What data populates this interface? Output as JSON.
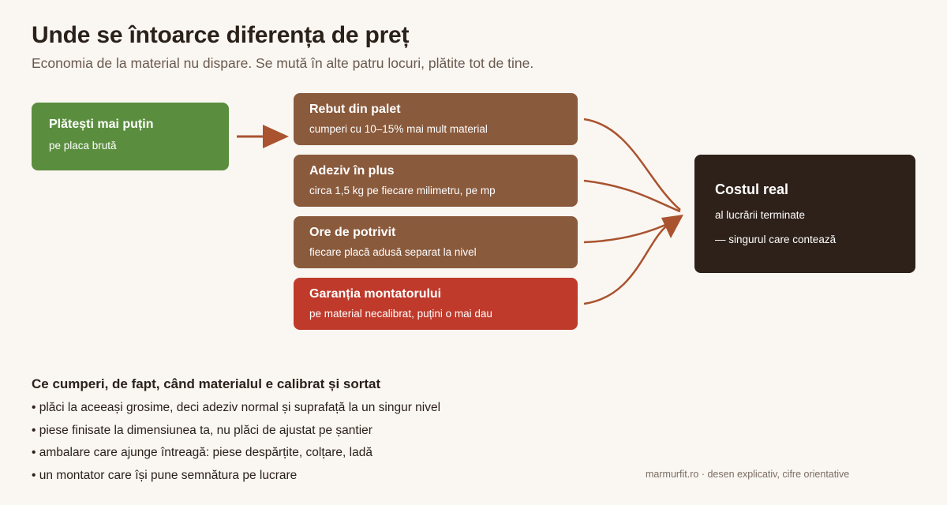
{
  "header": {
    "title": "Unde se întoarce diferența de preț",
    "subtitle": "Economia de la material nu dispare. Se mută în alte patru locuri, plătite tot de tine."
  },
  "diagram": {
    "source": {
      "title": "Plătești mai puțin",
      "detail": "pe placa brută"
    },
    "costs": [
      {
        "title": "Rebut din palet",
        "detail": "cumperi cu 10–15% mai mult material"
      },
      {
        "title": "Adeziv în plus",
        "detail": "circa 1,5 kg pe fiecare milimetru, pe mp"
      },
      {
        "title": "Ore de potrivit",
        "detail": "fiecare placă adusă separat la nivel"
      },
      {
        "title": "Garanția montatorului",
        "detail": "pe material necalibrat, puțini o mai dau"
      }
    ],
    "result": {
      "title": "Costul real",
      "line1": "al lucrării terminate",
      "line2": "— singurul care contează"
    },
    "colors": {
      "source": "#5a8e3e",
      "cost": "#8a5a3c",
      "warning": "#bf3a2b",
      "result": "#2e2119",
      "arrow": "#a9532f"
    }
  },
  "benefits": {
    "title": "Ce cumperi, de fapt, când materialul e calibrat și sortat",
    "items": [
      "• plăci la aceeași grosime, deci adeziv normal și suprafață la un singur nivel",
      "• piese finisate la dimensiunea ta, nu plăci de ajustat pe șantier",
      "• ambalare care ajunge întreagă: piese despărțite, colțare, ladă",
      "• un montator care își pune semnătura pe lucrare"
    ]
  },
  "footer": {
    "credit": "marmurfit.ro · desen explicativ, cifre orientative"
  }
}
